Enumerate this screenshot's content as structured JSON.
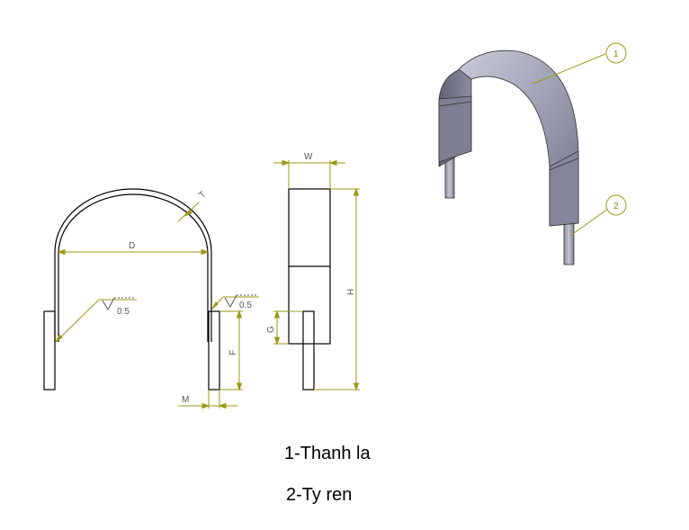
{
  "dimensions": {
    "D": "D",
    "T": "T",
    "W": "W",
    "H": "H",
    "G": "G",
    "F": "F",
    "M": "M",
    "surface_finish_left": "0.5",
    "surface_finish_right": "0.5"
  },
  "balloons": [
    {
      "number": "1"
    },
    {
      "number": "2"
    }
  ],
  "legend": [
    {
      "text": "1-Thanh la"
    },
    {
      "text": "2-Ty ren"
    }
  ],
  "colors": {
    "dimension_line": "#9a9a1a",
    "outline": "#000000",
    "part_fill": "#9ea1b3"
  }
}
